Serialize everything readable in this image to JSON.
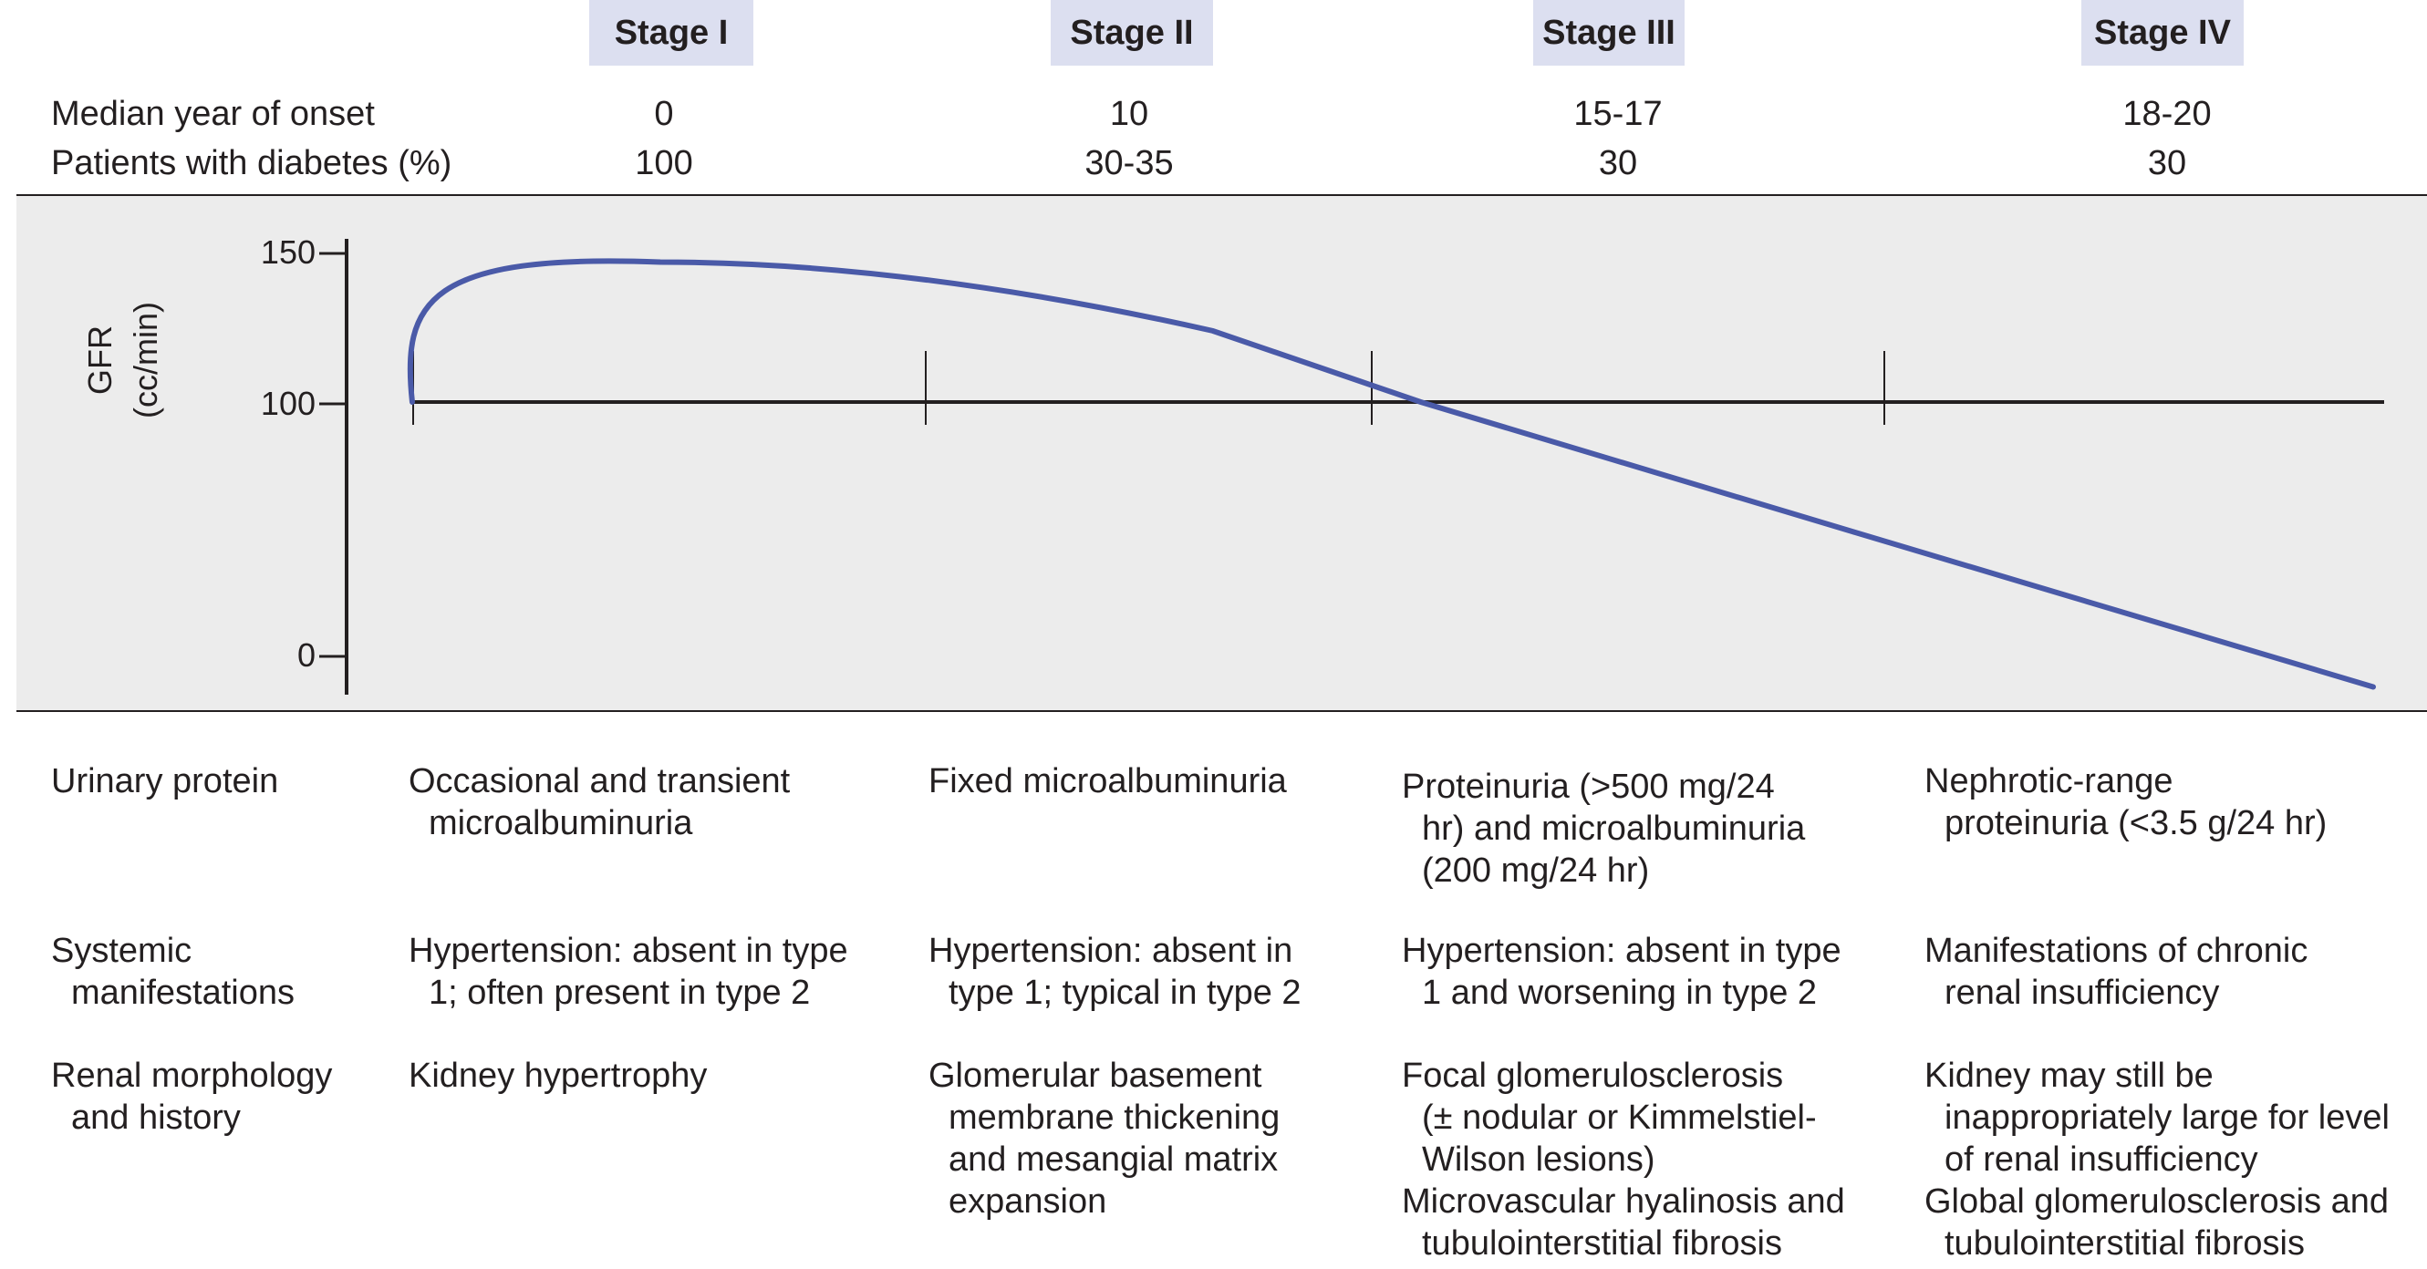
{
  "stages": [
    "Stage I",
    "Stage II",
    "Stage III",
    "Stage IV"
  ],
  "header_rows": [
    {
      "label": "Median year of onset",
      "values": [
        "0",
        "10",
        "15-17",
        "18-20"
      ]
    },
    {
      "label": "Patients with diabetes (%)",
      "values": [
        "100",
        "30-35",
        "30",
        "30"
      ]
    }
  ],
  "chart_data": {
    "type": "line",
    "ylabel_line1": "GFR",
    "ylabel_line2": "(cc/min)",
    "yticks": [
      "150",
      "100",
      "0"
    ],
    "series": [
      {
        "x": [
          0,
          0.3,
          3.1,
          10,
          12.6,
          18,
          24.5
        ],
        "y": [
          100,
          140,
          155,
          128,
          100,
          49,
          -12
        ]
      }
    ]
  },
  "detail_rows": [
    {
      "label": [
        "Urinary protein"
      ],
      "cells": [
        [
          "Occasional and transient",
          "microalbuminuria"
        ],
        [
          "Fixed microalbuminuria"
        ],
        [
          "Proteinuria (>500 mg/24",
          "hr) and microalbuminuria",
          "(200 mg/24 hr)"
        ],
        [
          "Nephrotic-range",
          "proteinuria (<3.5 g/24 hr)"
        ]
      ]
    },
    {
      "label": [
        "Systemic",
        "manifestations"
      ],
      "cells": [
        [
          "Hypertension: absent in type",
          "1; often present in type 2"
        ],
        [
          "Hypertension: absent in",
          "type 1; typical in type 2"
        ],
        [
          "Hypertension: absent in type",
          "1 and worsening in type 2"
        ],
        [
          "Manifestations of chronic",
          "renal insufficiency"
        ]
      ]
    },
    {
      "label": [
        "Renal morphology",
        "and history"
      ],
      "cells": [
        [
          "Kidney hypertrophy"
        ],
        [
          "Glomerular basement",
          "membrane thickening",
          "and mesangial matrix",
          "expansion"
        ],
        [
          "Focal glomerulosclerosis",
          "(± nodular or Kimmelstiel-",
          "Wilson lesions)",
          "Microvascular hyalinosis and",
          "tubulointerstitial fibrosis"
        ],
        [
          "Kidney may still be",
          "inappropriately large for level",
          "of renal insufficiency",
          "Global glomerulosclerosis and",
          "tubulointerstitial fibrosis"
        ]
      ]
    }
  ],
  "colors": {
    "curve": "#4a5aa8",
    "stage_bg": "#dcdff0",
    "chart_bg": "#ececec"
  }
}
